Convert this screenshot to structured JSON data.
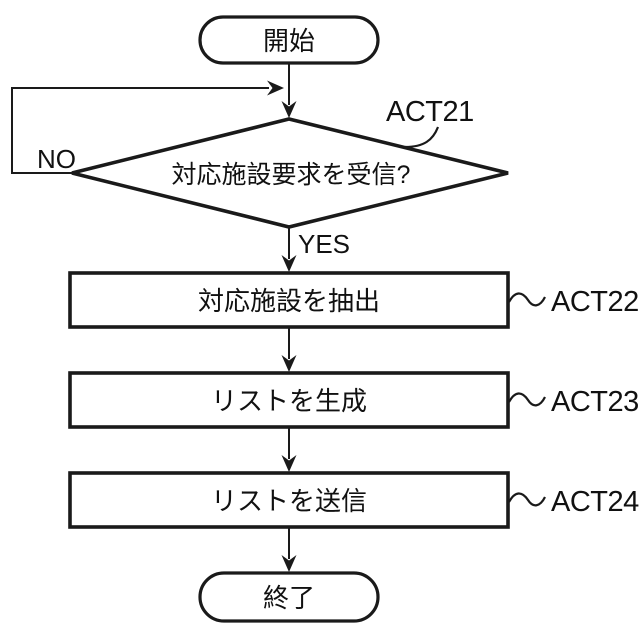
{
  "figure": {
    "background_color": "#ffffff",
    "stroke_color": "#1a1a1a",
    "nodes": {
      "start": {
        "type": "terminator",
        "label": "開始"
      },
      "decision": {
        "type": "decision",
        "label": "対応施設要求を受信?",
        "tag": "ACT21"
      },
      "step_extract": {
        "type": "process",
        "label": "対応施設を抽出",
        "tag": "ACT22"
      },
      "step_generate": {
        "type": "process",
        "label": "リストを生成",
        "tag": "ACT23"
      },
      "step_send": {
        "type": "process",
        "label": "リストを送信",
        "tag": "ACT24"
      },
      "end": {
        "type": "terminator",
        "label": "終了"
      }
    },
    "edges": {
      "no_label": "NO",
      "yes_label": "YES"
    }
  }
}
